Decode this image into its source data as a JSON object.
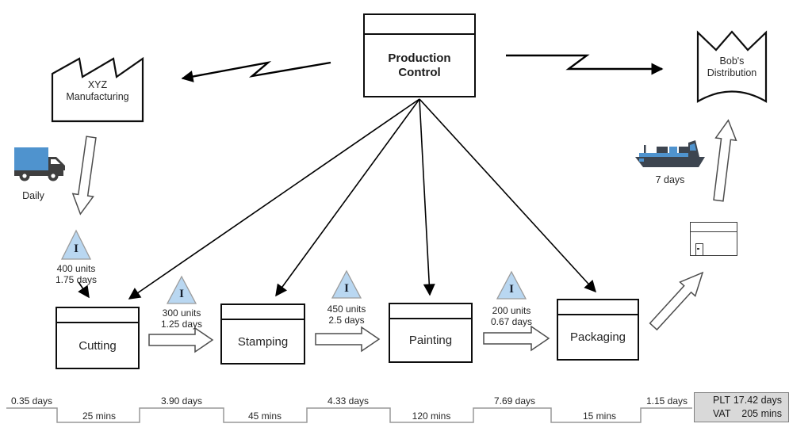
{
  "external": {
    "supplier": "XYZ Manufacturing",
    "customer": "Bob's Distribution"
  },
  "production_control": {
    "label": "Production Control"
  },
  "processes": [
    {
      "label": "Cutting"
    },
    {
      "label": "Stamping"
    },
    {
      "label": "Painting"
    },
    {
      "label": "Packaging"
    }
  ],
  "inventories": [
    {
      "symbol": "I",
      "units": "400 units",
      "time": "1.75 days"
    },
    {
      "symbol": "I",
      "units": "300 units",
      "time": "1.25 days"
    },
    {
      "symbol": "I",
      "units": "450 units",
      "time": "2.5 days"
    },
    {
      "symbol": "I",
      "units": "200 units",
      "time": "0.67 days"
    }
  ],
  "shipping": {
    "inbound_frequency": "Daily",
    "outbound_frequency": "7 days"
  },
  "timeline": {
    "lead_times": [
      "0.35 days",
      "3.90 days",
      "4.33 days",
      "7.69 days",
      "1.15 days"
    ],
    "cycle_times": [
      "25 mins",
      "45 mins",
      "120 mins",
      "15 mins"
    ],
    "summary": [
      {
        "label": "PLT",
        "value": "17.42 days"
      },
      {
        "label": "VAT",
        "value": "205 mins"
      }
    ]
  },
  "colors": {
    "inventory_fill": "#b9d7f1",
    "accent_blue": "#4f93ce",
    "icon_dark": "#3d4550",
    "summary_fill": "#d9d9d9",
    "line_gray": "#999999"
  }
}
